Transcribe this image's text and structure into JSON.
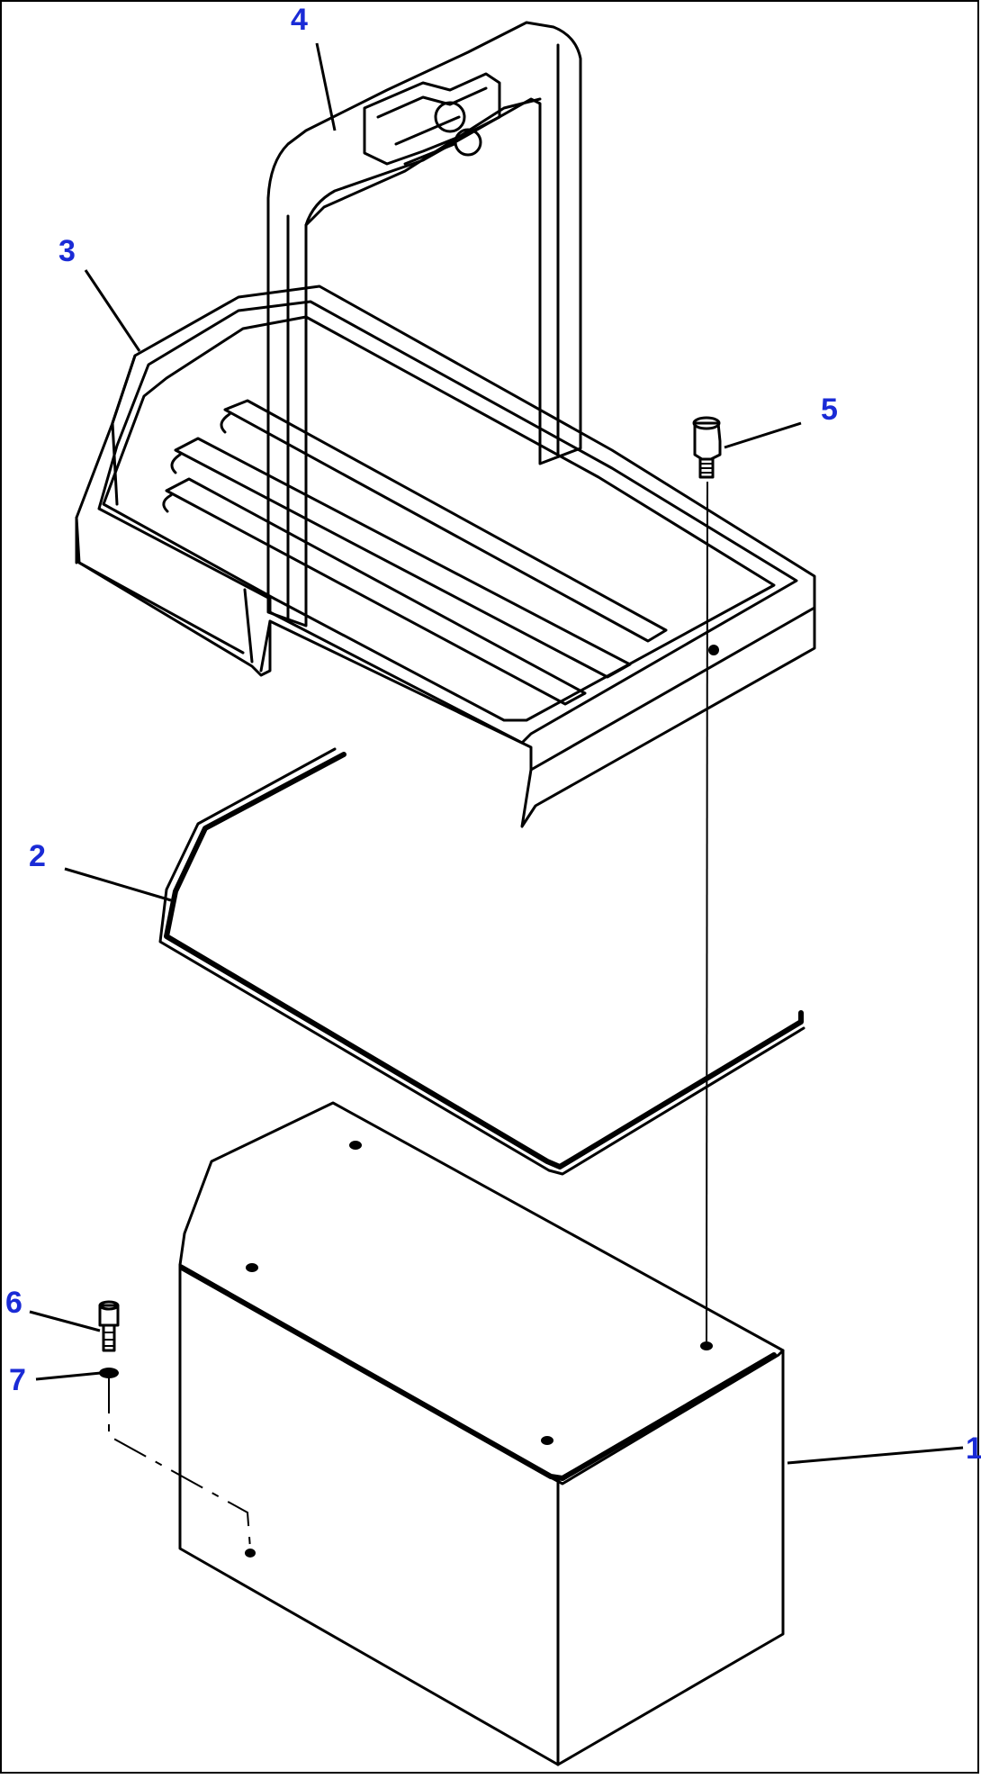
{
  "diagram": {
    "callouts": [
      {
        "id": "1",
        "label": "1"
      },
      {
        "id": "2",
        "label": "2"
      },
      {
        "id": "3",
        "label": "3"
      },
      {
        "id": "4",
        "label": "4"
      },
      {
        "id": "5",
        "label": "5"
      },
      {
        "id": "6",
        "label": "6"
      },
      {
        "id": "7",
        "label": "7"
      }
    ],
    "callout_color": "#1a2bd6",
    "line_color": "#000000",
    "background": "#ffffff"
  }
}
